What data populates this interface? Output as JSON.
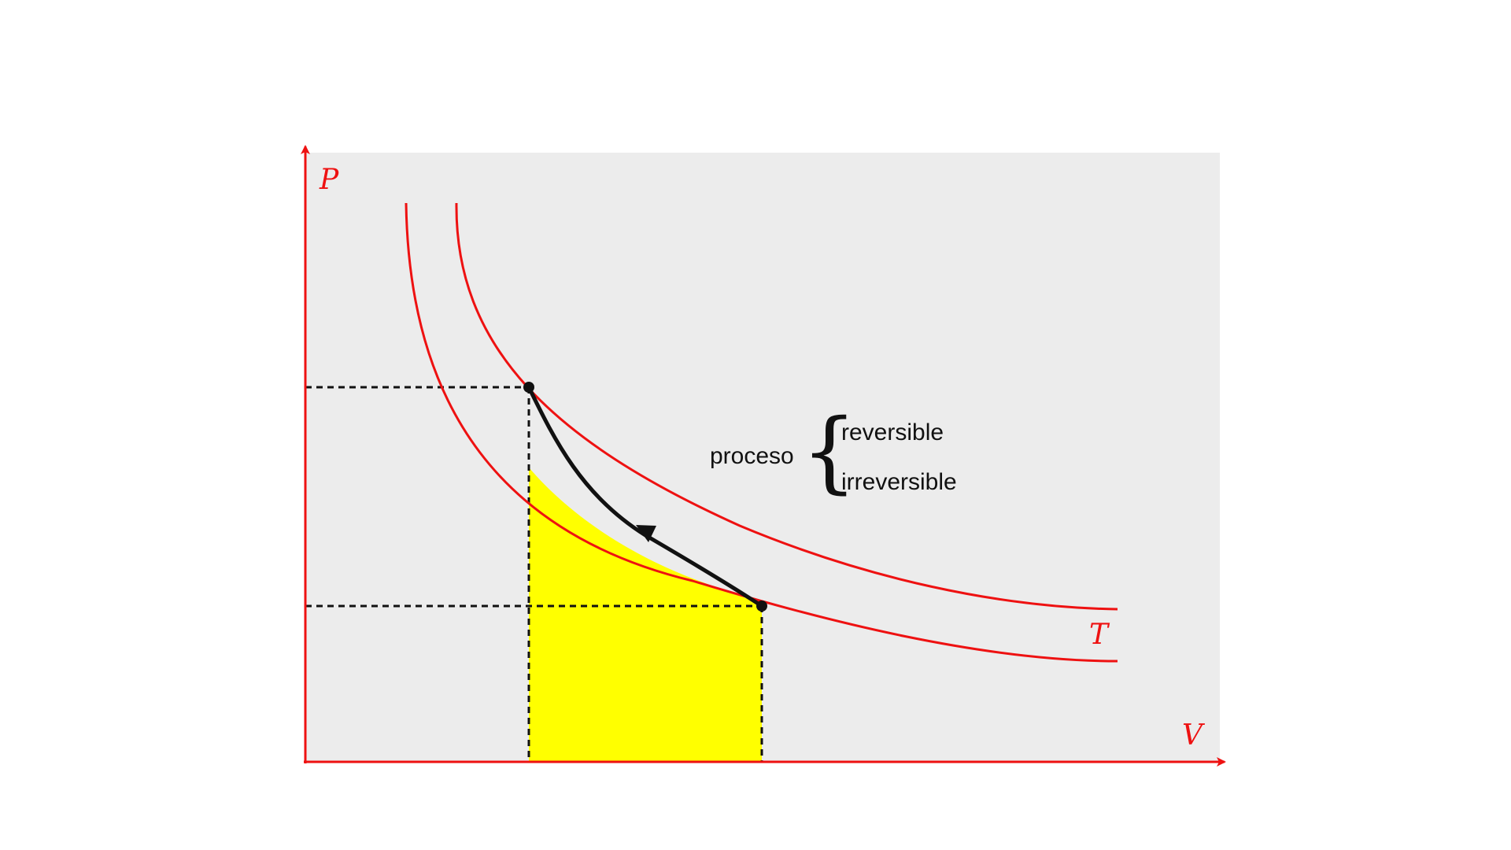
{
  "diagram": {
    "axis_color": "#ee1111",
    "background_color": "#ececec",
    "area_color": "#ffff00",
    "path_color": "#111111",
    "labels": {
      "p_axis": "P",
      "v_axis": "V",
      "isotherm": "T"
    },
    "annotation": {
      "process": "proceso",
      "brace": "{",
      "reversible": "reversible",
      "irreversible": "irreversible"
    }
  }
}
